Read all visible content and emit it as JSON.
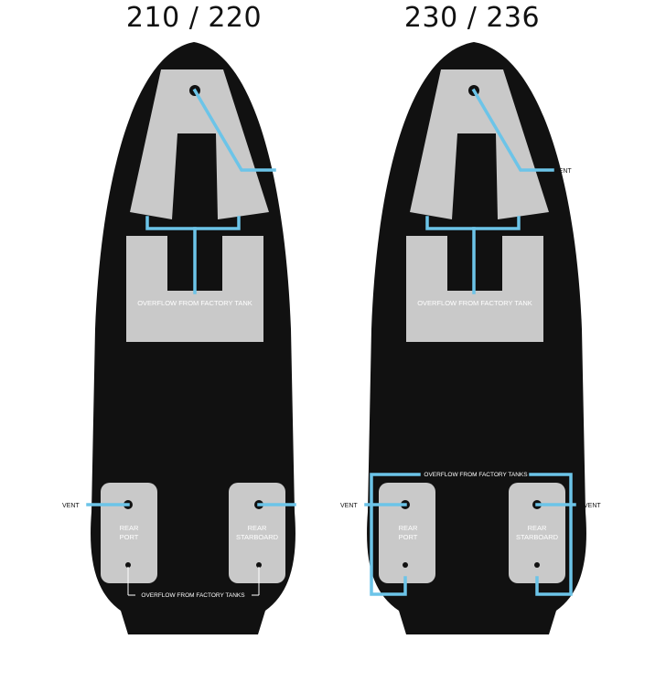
{
  "titles": {
    "left": "210 / 220",
    "right": "230 / 236"
  },
  "labels": {
    "vent": "VENT",
    "overflow_front": "OVERFLOW FROM FACTORY TANK",
    "overflow_rear": "OVERFLOW FROM FACTORY TANKS",
    "rear_port_line1": "REAR",
    "rear_port_line2": "PORT",
    "rear_starboard_line1": "REAR",
    "rear_starboard_line2": "STARBOARD"
  },
  "colors": {
    "hull": "#111111",
    "bag": "#c9c9c9",
    "plumbing": "#6cc4e8"
  }
}
